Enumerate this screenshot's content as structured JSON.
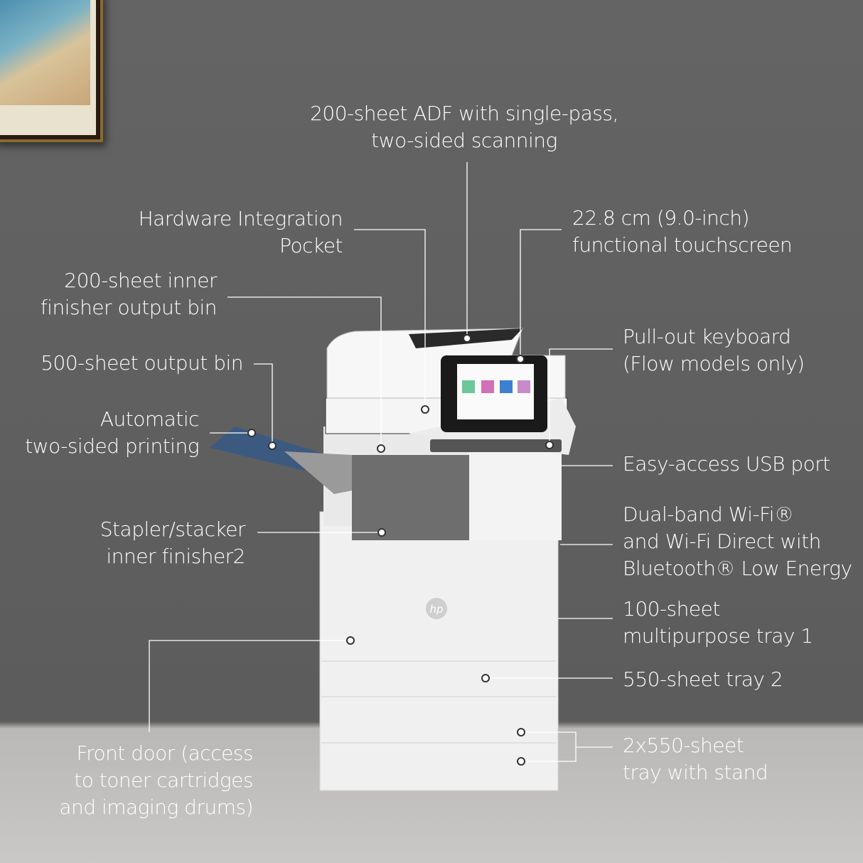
{
  "callouts": {
    "adf": [
      "200-sheet ADF with single-pass,",
      "two-sided scanning"
    ],
    "hip": [
      "Hardware Integration",
      "Pocket"
    ],
    "touchscreen": [
      "22.8 cm (9.0-inch)",
      "functional touchscreen"
    ],
    "inner_bin": [
      "200-sheet inner",
      "finisher output bin"
    ],
    "keyboard": [
      "Pull-out keyboard",
      "(Flow models only)"
    ],
    "output_bin": [
      "500-sheet output bin"
    ],
    "duplex": [
      "Automatic",
      "two-sided printing"
    ],
    "usb": [
      "Easy-access USB port"
    ],
    "stapler": [
      "Stapler/stacker",
      "inner finisher2"
    ],
    "wifi": [
      "Dual-band Wi-Fi®",
      "and Wi-Fi Direct with",
      "Bluetooth® Low Energy"
    ],
    "mp_tray": [
      "100-sheet",
      "multipurpose tray 1"
    ],
    "tray2": [
      "550-sheet tray 2"
    ],
    "tray_stand": [
      "2x550-sheet",
      "tray with stand"
    ],
    "front_door": [
      "Front door (access",
      "to toner cartridges",
      "and imaging drums)"
    ]
  },
  "logo": "hp",
  "colors": {
    "wall": "#5f5f5f",
    "floor": "#c4c3c1",
    "text": "#ffffff"
  }
}
